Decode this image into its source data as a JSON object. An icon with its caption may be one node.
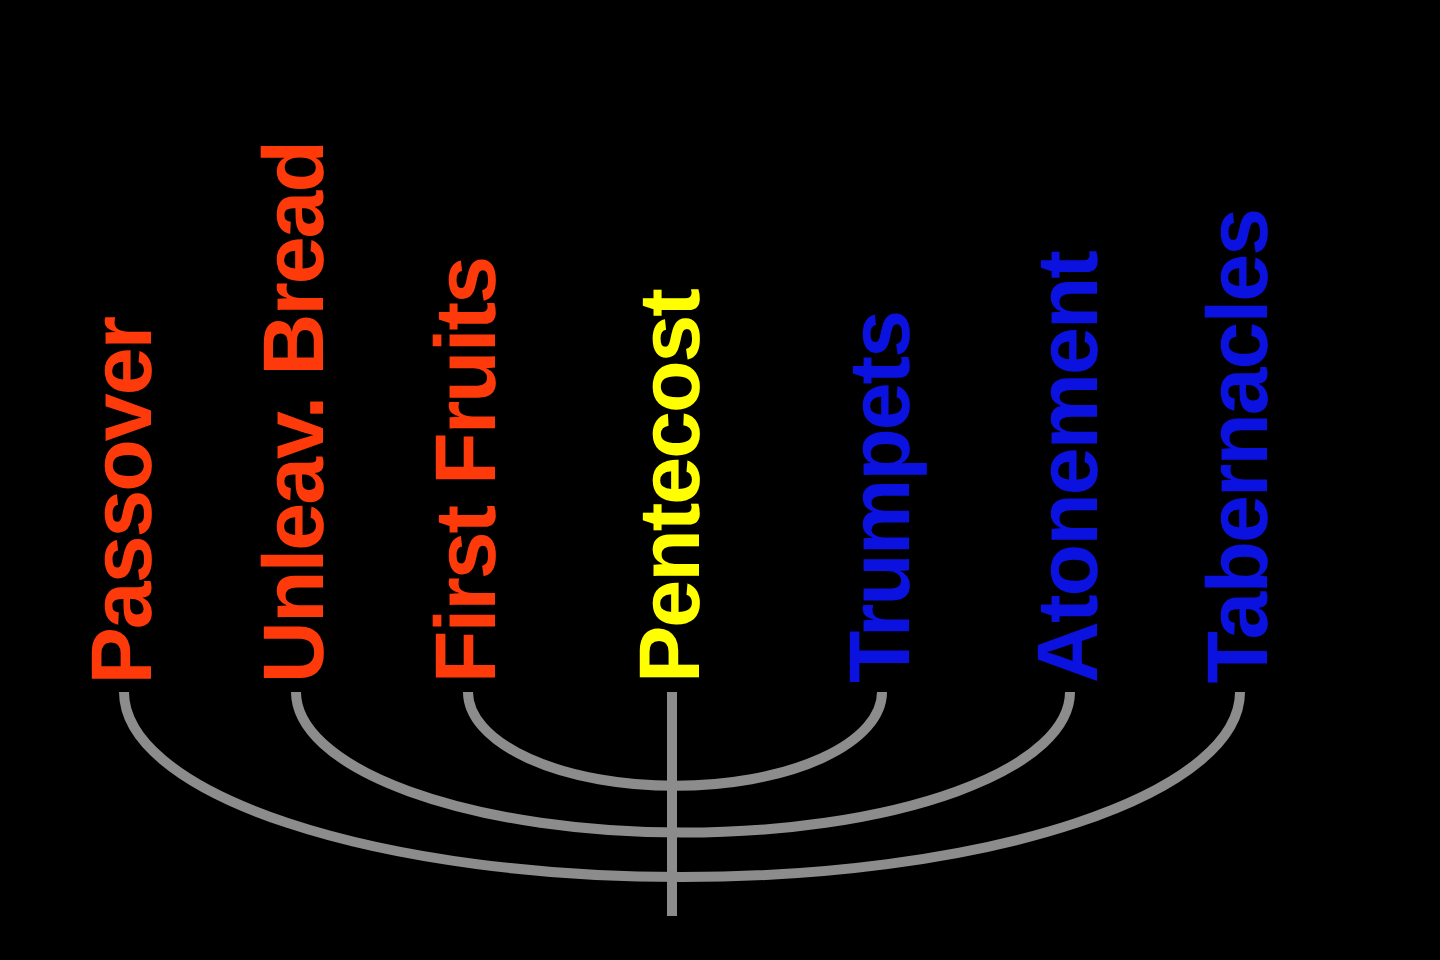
{
  "diagram": {
    "nodes": [
      {
        "text": [
          "Passover"
        ]
      },
      {
        "text": [
          "Unleav. Bread"
        ]
      },
      {
        "text": [
          "First Fruits"
        ]
      },
      {
        "text": [
          "Pentecost"
        ]
      },
      {
        "text": [
          "Trumpets"
        ]
      },
      {
        "text": [
          "Atonement"
        ]
      },
      {
        "text": [
          "Tabernacles"
        ]
      }
    ],
    "edges": [
      {
        "from": 0,
        "to": 6,
        "arrow": "none"
      },
      {
        "from": 1,
        "to": 5,
        "arrow": "none"
      },
      {
        "from": 2,
        "to": 4,
        "arrow": "none"
      },
      {
        "from": 3,
        "to": null,
        "arrow": "none"
      }
    ]
  }
}
